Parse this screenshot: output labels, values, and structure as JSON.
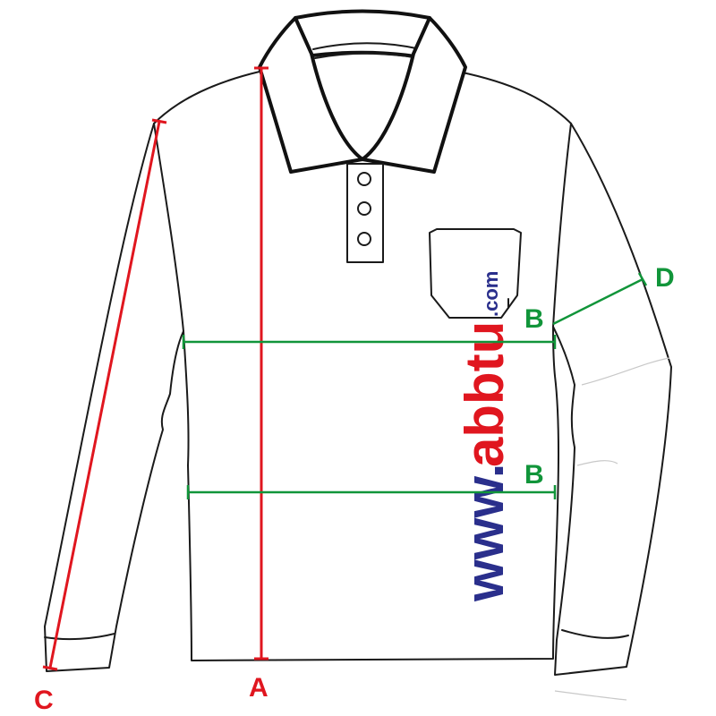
{
  "labels": {
    "a": "A",
    "b_upper": "B",
    "b_lower": "B",
    "c": "C",
    "d": "D"
  },
  "watermark": {
    "prefix": "www.",
    "name": "abbtu",
    "domain": ".com"
  },
  "colors": {
    "red": "#e0161f",
    "green": "#11953a",
    "navy": "#2a2f8c",
    "outline": "#1a1a1a"
  },
  "icons": {
    "shirt": "long-sleeve-polo-shirt-icon"
  }
}
